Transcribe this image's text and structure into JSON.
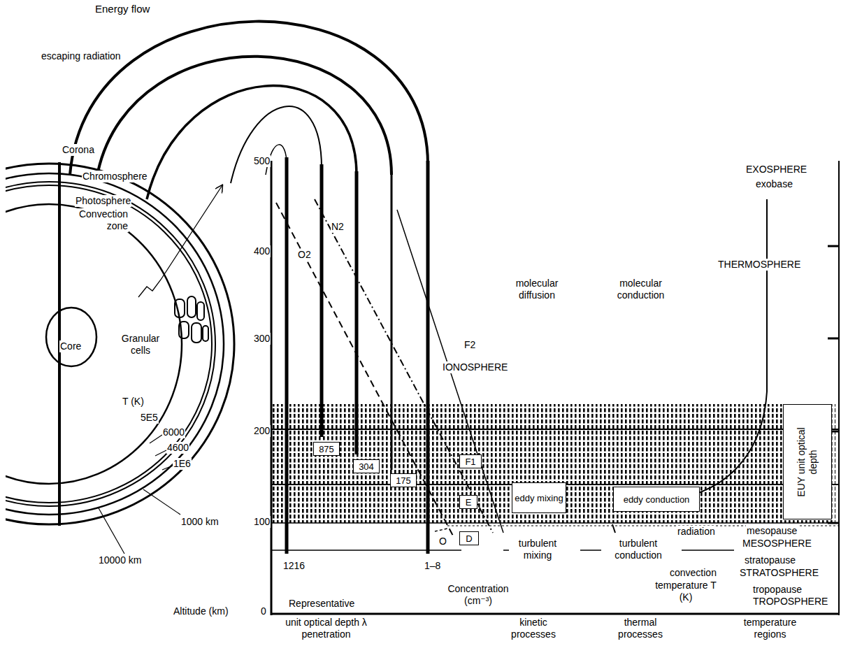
{
  "diagram": {
    "title": "Energy flow",
    "nodes": [
      {
        "text": [
          "875"
        ]
      },
      {
        "text": [
          "304"
        ]
      },
      {
        "text": [
          "175"
        ]
      },
      {
        "text": [
          "F1"
        ]
      },
      {
        "text": [
          "E"
        ]
      },
      {
        "text": [
          "D"
        ]
      },
      {
        "text": [
          "eddy mixing"
        ]
      },
      {
        "text": [
          "eddy conduction"
        ]
      },
      {
        "text": [
          "EUY unit optical depth"
        ]
      }
    ],
    "labels": [
      "escaping radiation",
      "Corona",
      "Chromosphere",
      "Photosphere",
      "Convection zone",
      "Core",
      "Granular cells",
      "T (K)",
      "5E5",
      "6000",
      "4600",
      "1E6",
      "1000 km",
      "10000 km",
      "500",
      "400",
      "300",
      "200",
      "100",
      "0",
      "Altitude (km)",
      "O2",
      "N2",
      "1216",
      "1–8",
      "O",
      "molecular diffusion",
      "molecular conduction",
      "F2",
      "IONOSPHERE",
      "EXOSPHERE",
      "exobase",
      "THERMOSPHERE",
      "turbulent mixing",
      "turbulent conduction",
      "radiation",
      "mesopause",
      "MESOSPHERE",
      "stratopause",
      "STRATOSPHERE",
      "convection",
      "temperature T (K)",
      "tropopause",
      "TROPOSPHERE",
      "Representative",
      "Concentration (cm⁻³)",
      "unit optical depth λ penetration",
      "kinetic processes",
      "thermal processes",
      "temperature regions"
    ]
  }
}
